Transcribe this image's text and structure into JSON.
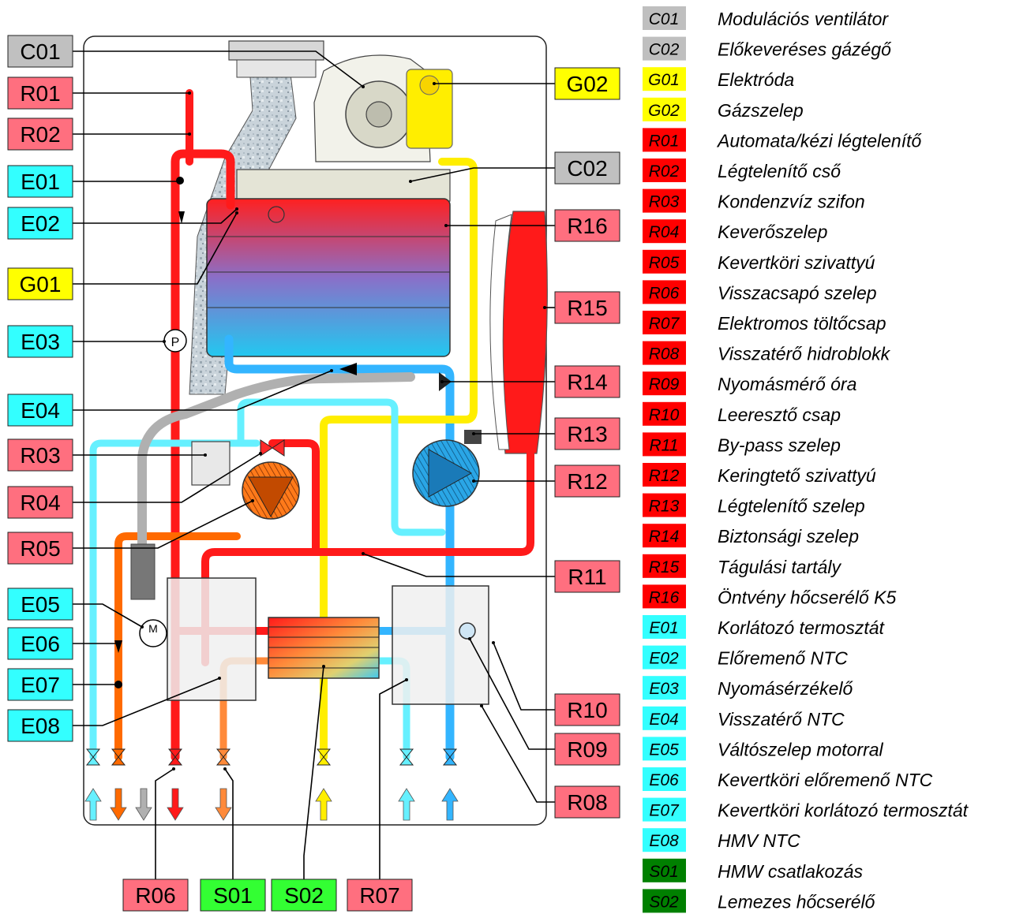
{
  "colors": {
    "red": "#ff6f7f",
    "cyan": "#33ffff",
    "yellow": "#ffff00",
    "grey": "#c0c0c0",
    "green": "#33ff33",
    "legend_red": "#ff0000",
    "legend_cyan": "#33ffff",
    "legend_yellow": "#ffff00",
    "legend_grey": "#bfbfbf",
    "legend_green": "#008000",
    "pipe_red": "#ff1a1a",
    "pipe_blue": "#33b5ff",
    "pipe_cyan": "#66f0ff",
    "pipe_yellow": "#ffee00",
    "pipe_orange": "#ff6a00",
    "pipe_grey": "#b0b0b0"
  },
  "tags": [
    {
      "id": "C01",
      "label": "C01",
      "color": "grey"
    },
    {
      "id": "R01",
      "label": "R01",
      "color": "red"
    },
    {
      "id": "R02",
      "label": "R02",
      "color": "red"
    },
    {
      "id": "E01",
      "label": "E01",
      "color": "cyan"
    },
    {
      "id": "E02",
      "label": "E02",
      "color": "cyan"
    },
    {
      "id": "G01",
      "label": "G01",
      "color": "yellow"
    },
    {
      "id": "E03",
      "label": "E03",
      "color": "cyan"
    },
    {
      "id": "E04",
      "label": "E04",
      "color": "cyan"
    },
    {
      "id": "R03",
      "label": "R03",
      "color": "red"
    },
    {
      "id": "R04",
      "label": "R04",
      "color": "red"
    },
    {
      "id": "R05",
      "label": "R05",
      "color": "red"
    },
    {
      "id": "E05",
      "label": "E05",
      "color": "cyan"
    },
    {
      "id": "E06",
      "label": "E06",
      "color": "cyan"
    },
    {
      "id": "E07",
      "label": "E07",
      "color": "cyan"
    },
    {
      "id": "E08",
      "label": "E08",
      "color": "cyan"
    },
    {
      "id": "G02",
      "label": "G02",
      "color": "yellow"
    },
    {
      "id": "C02",
      "label": "C02",
      "color": "grey"
    },
    {
      "id": "R16",
      "label": "R16",
      "color": "red"
    },
    {
      "id": "R15",
      "label": "R15",
      "color": "red"
    },
    {
      "id": "R14",
      "label": "R14",
      "color": "red"
    },
    {
      "id": "R13",
      "label": "R13",
      "color": "red"
    },
    {
      "id": "R12",
      "label": "R12",
      "color": "red"
    },
    {
      "id": "R11",
      "label": "R11",
      "color": "red"
    },
    {
      "id": "R10",
      "label": "R10",
      "color": "red"
    },
    {
      "id": "R09",
      "label": "R09",
      "color": "red"
    },
    {
      "id": "R08",
      "label": "R08",
      "color": "red"
    },
    {
      "id": "R06",
      "label": "R06",
      "color": "red"
    },
    {
      "id": "S01",
      "label": "S01",
      "color": "green"
    },
    {
      "id": "S02",
      "label": "S02",
      "color": "green"
    },
    {
      "id": "R07",
      "label": "R07",
      "color": "red"
    }
  ],
  "legend": [
    {
      "code": "C01",
      "desc": "Modulációs ventilátor",
      "color": "legend_grey"
    },
    {
      "code": "C02",
      "desc": "Előkeveréses gázégő",
      "color": "legend_grey"
    },
    {
      "code": "G01",
      "desc": "Elektróda",
      "color": "legend_yellow"
    },
    {
      "code": "G02",
      "desc": "Gázszelep",
      "color": "legend_yellow"
    },
    {
      "code": "R01",
      "desc": "Automata/kézi légtelenítő",
      "color": "legend_red"
    },
    {
      "code": "R02",
      "desc": "Légtelenítő cső",
      "color": "legend_red"
    },
    {
      "code": "R03",
      "desc": "Kondenzvíz szifon",
      "color": "legend_red"
    },
    {
      "code": "R04",
      "desc": "Keverőszelep",
      "color": "legend_red"
    },
    {
      "code": "R05",
      "desc": "Kevertköri szivattyú",
      "color": "legend_red"
    },
    {
      "code": "R06",
      "desc": "Visszacsapó szelep",
      "color": "legend_red"
    },
    {
      "code": "R07",
      "desc": "Elektromos töltőcsap",
      "color": "legend_red"
    },
    {
      "code": "R08",
      "desc": "Visszatérő hidroblokk",
      "color": "legend_red"
    },
    {
      "code": "R09",
      "desc": "Nyomásmérő óra",
      "color": "legend_red"
    },
    {
      "code": "R10",
      "desc": "Leeresztő csap",
      "color": "legend_red"
    },
    {
      "code": "R11",
      "desc": "By-pass szelep",
      "color": "legend_red"
    },
    {
      "code": "R12",
      "desc": "Keringtető szivattyú",
      "color": "legend_red"
    },
    {
      "code": "R13",
      "desc": "Légtelenítő szelep",
      "color": "legend_red"
    },
    {
      "code": "R14",
      "desc": "Biztonsági szelep",
      "color": "legend_red"
    },
    {
      "code": "R15",
      "desc": "Tágulási tartály",
      "color": "legend_red"
    },
    {
      "code": "R16",
      "desc": "Öntvény hőcserélő K5",
      "color": "legend_red"
    },
    {
      "code": "E01",
      "desc": "Korlátozó termosztát",
      "color": "legend_cyan"
    },
    {
      "code": "E02",
      "desc": "Előremenő NTC",
      "color": "legend_cyan"
    },
    {
      "code": "E03",
      "desc": "Nyomásérzékelő",
      "color": "legend_cyan"
    },
    {
      "code": "E04",
      "desc": "Visszatérő NTC",
      "color": "legend_cyan"
    },
    {
      "code": "E05",
      "desc": "Váltószelep motorral",
      "color": "legend_cyan"
    },
    {
      "code": "E06",
      "desc": "Kevertköri előremenő NTC",
      "color": "legend_cyan"
    },
    {
      "code": "E07",
      "desc": "Kevertköri korlátozó termosztát",
      "color": "legend_cyan"
    },
    {
      "code": "E08",
      "desc": "HMV NTC",
      "color": "legend_cyan"
    },
    {
      "code": "S01",
      "desc": "HMW csatlakozás",
      "color": "legend_green"
    },
    {
      "code": "S02",
      "desc": "Lemezes hőcserélő",
      "color": "legend_green"
    }
  ]
}
